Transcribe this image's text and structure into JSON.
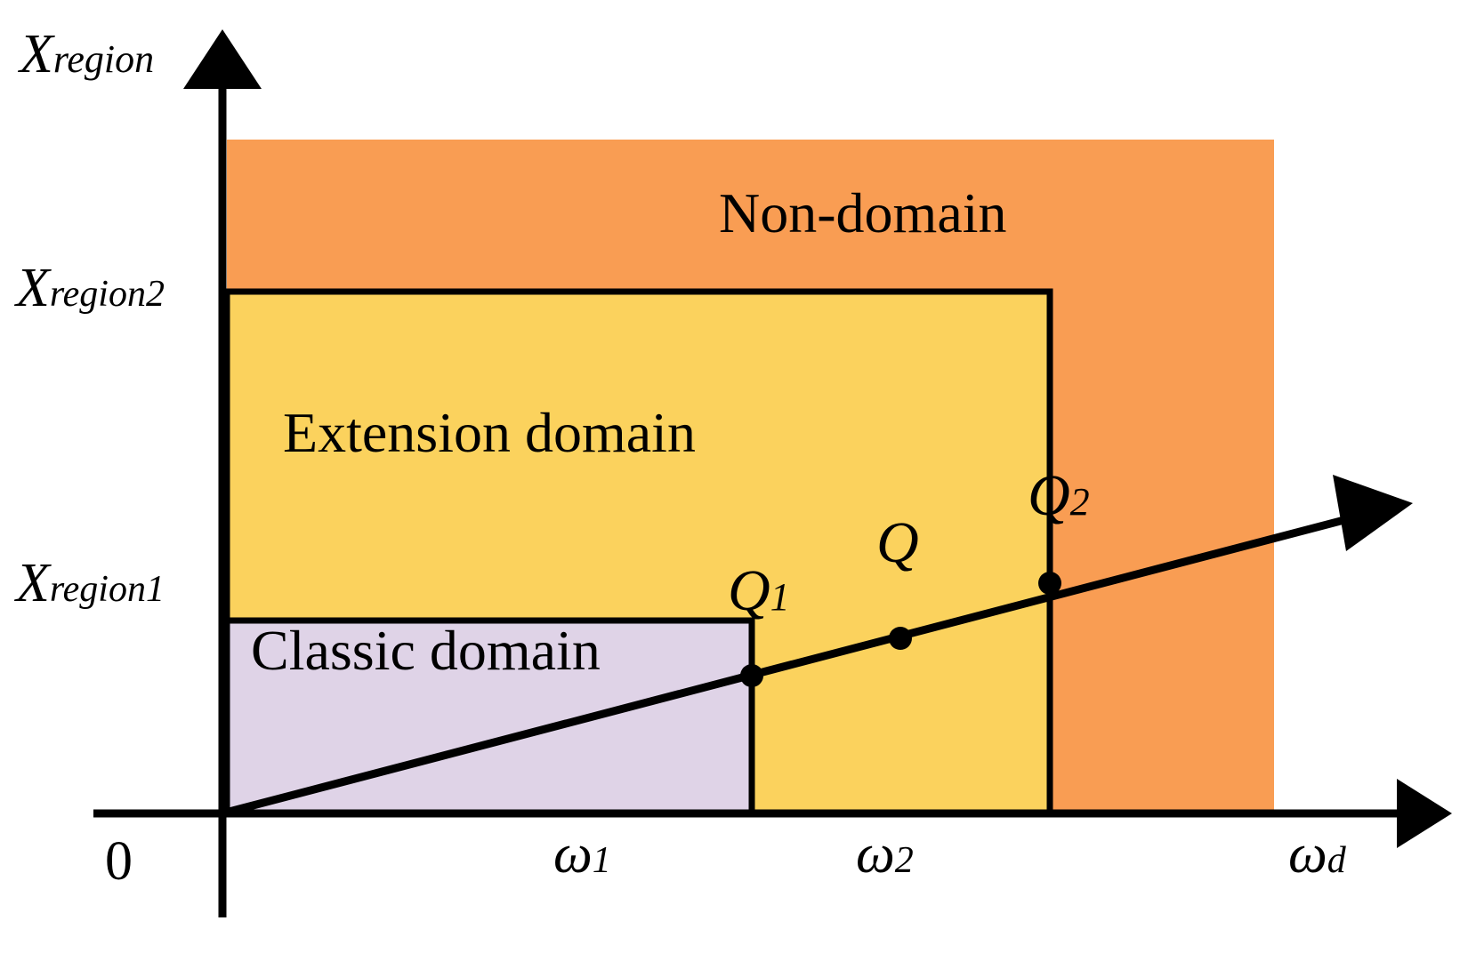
{
  "chart_data": {
    "type": "diagram",
    "title": "",
    "xlabel": "ωd",
    "ylabel": "Xregion",
    "axes": {
      "x_axis_name": "ω",
      "x_axis_subscript": "d",
      "y_axis_name": "X",
      "y_axis_subscript": "region",
      "origin_label": "0",
      "x_ticks": [
        {
          "label": "ω",
          "sub": "1"
        },
        {
          "label": "ω",
          "sub": "2"
        },
        {
          "label": "ω",
          "sub": "d"
        }
      ],
      "y_ticks": [
        {
          "label": "X",
          "sub": "region1"
        },
        {
          "label": "X",
          "sub": "region2"
        }
      ]
    },
    "regions": [
      {
        "name": "classic-domain",
        "label": "Classic domain",
        "color": "#DFD3E7",
        "x_range": [
          "0",
          "ω1"
        ],
        "y_range": [
          "0",
          "Xregion1"
        ]
      },
      {
        "name": "extension-domain",
        "label": "Extension domain",
        "color": "#FBD25D",
        "x_range": [
          "0",
          "ω2"
        ],
        "y_range": [
          "0",
          "Xregion2"
        ]
      },
      {
        "name": "non-domain",
        "label": "Non-domain",
        "color": "#F99D53",
        "x_range": [
          "0",
          "ωd"
        ],
        "y_range": [
          "0",
          "top"
        ]
      }
    ],
    "line": {
      "name": "operating-line",
      "description": "straight ray from origin with positive slope",
      "from": [
        0,
        0
      ],
      "slope_direction": "increasing"
    },
    "points": [
      {
        "name": "Q1",
        "label": "Q",
        "sub": "1",
        "region": "classic-extension-boundary"
      },
      {
        "name": "Q",
        "label": "Q",
        "sub": "",
        "region": "extension-domain"
      },
      {
        "name": "Q2",
        "label": "Q",
        "sub": "2",
        "region": "extension-nondomain-boundary"
      }
    ]
  },
  "colors": {
    "classic": "#DFD3E7",
    "extension": "#FBD25D",
    "non_domain": "#F99D53",
    "stroke": "#000000",
    "background": "#FFFFFF"
  },
  "labels": {
    "y_axis": {
      "base": "X",
      "sub": "region"
    },
    "y_tick_2": {
      "base": "X",
      "sub": "region2"
    },
    "y_tick_1": {
      "base": "X",
      "sub": "region1"
    },
    "x_zero": "0",
    "x_tick_1": {
      "base": "ω",
      "sub": "1"
    },
    "x_tick_2": {
      "base": "ω",
      "sub": "2"
    },
    "x_tick_d": {
      "base": "ω",
      "sub": "d"
    },
    "non_domain": "Non-domain",
    "extension_domain": "Extension domain",
    "classic_domain": "Classic domain",
    "point_q1": {
      "base": "Q",
      "sub": "1"
    },
    "point_q": {
      "base": "Q",
      "sub": ""
    },
    "point_q2": {
      "base": "Q",
      "sub": "2"
    }
  }
}
